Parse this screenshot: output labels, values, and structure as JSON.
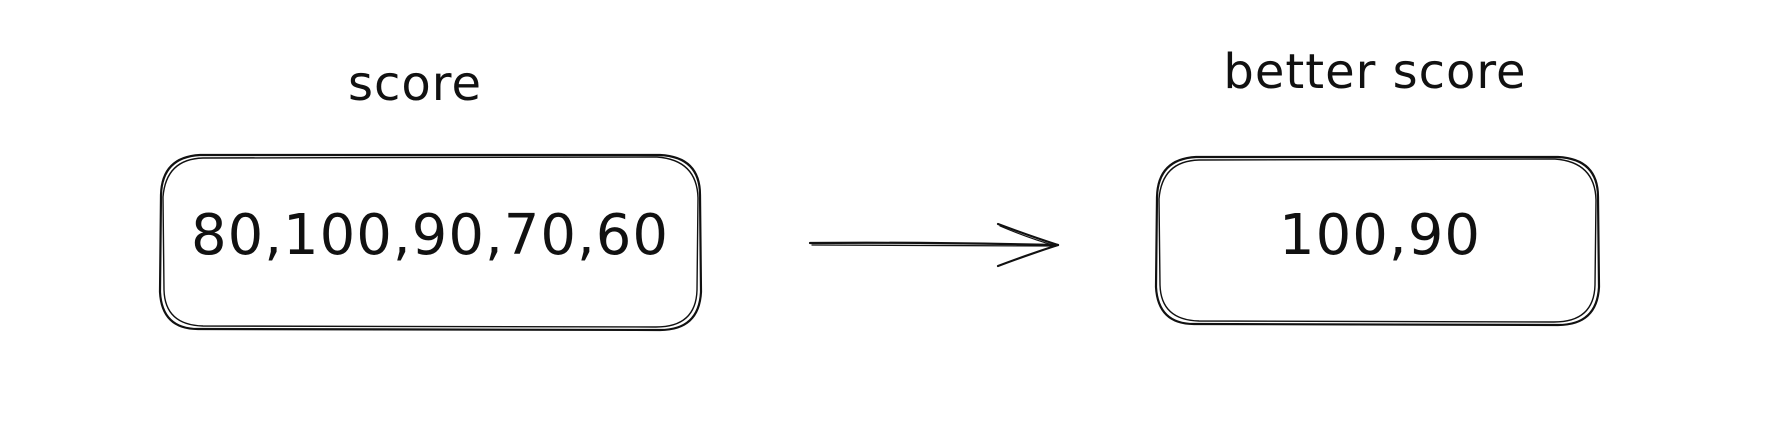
{
  "diagram": {
    "left_node": {
      "title": "score",
      "value": "80,100,90,70,60"
    },
    "right_node": {
      "title": "better score",
      "value": "100,90"
    },
    "connector": {
      "direction": "left-to-right",
      "style": "hand-drawn arrow"
    },
    "colors": {
      "stroke": "#111111",
      "background": "#ffffff"
    }
  }
}
